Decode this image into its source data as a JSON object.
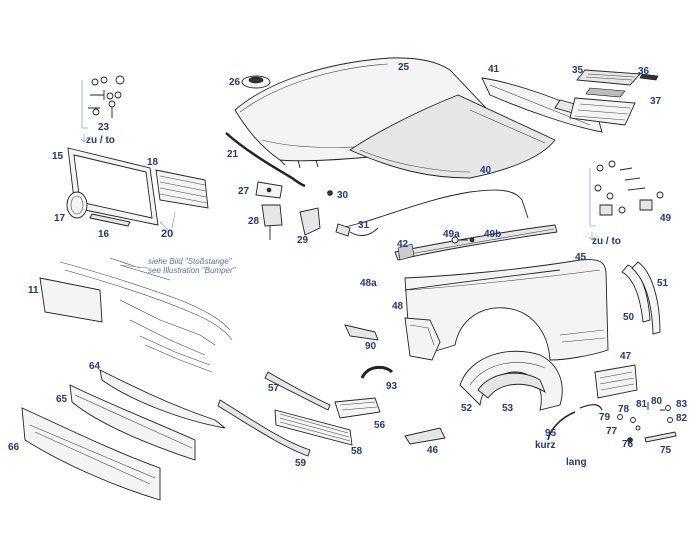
{
  "parts": {
    "p11": "11",
    "p15": "15",
    "p16": "16",
    "p17": "17",
    "p18": "18",
    "p20": "20",
    "p21": "21",
    "p23": "23",
    "p25": "25",
    "p26": "26",
    "p27": "27",
    "p28": "28",
    "p29": "29",
    "p30": "30",
    "p31": "31",
    "p35": "35",
    "p36": "36",
    "p37": "37",
    "p40": "40",
    "p41": "41",
    "p42": "42",
    "p45": "45",
    "p46": "46",
    "p47": "47",
    "p48": "48",
    "p48a": "48a",
    "p49": "49",
    "p49a": "49a",
    "p49b": "49b",
    "p50": "50",
    "p51": "51",
    "p52": "52",
    "p53": "53",
    "p56": "56",
    "p57": "57",
    "p58": "58",
    "p59": "59",
    "p64": "64",
    "p65": "65",
    "p66": "66",
    "p75": "75",
    "p76": "76",
    "p77": "77",
    "p78": "78",
    "p79": "79",
    "p80": "80",
    "p81": "81",
    "p82": "82",
    "p83": "83",
    "p90": "90",
    "p93": "93",
    "p95": "95"
  },
  "zu_to_left": "zu / to",
  "zu_to_right": "zu / to",
  "bumper_note_line1": "siehe Bild \"Stoßstange\"",
  "bumper_note_line2": "see Illustration \"Bumper\"",
  "kurz": "kurz",
  "lang": "lang",
  "colors": {
    "label": "#1f3a7a",
    "note": "#5a6fa8",
    "outline": "#222222"
  }
}
